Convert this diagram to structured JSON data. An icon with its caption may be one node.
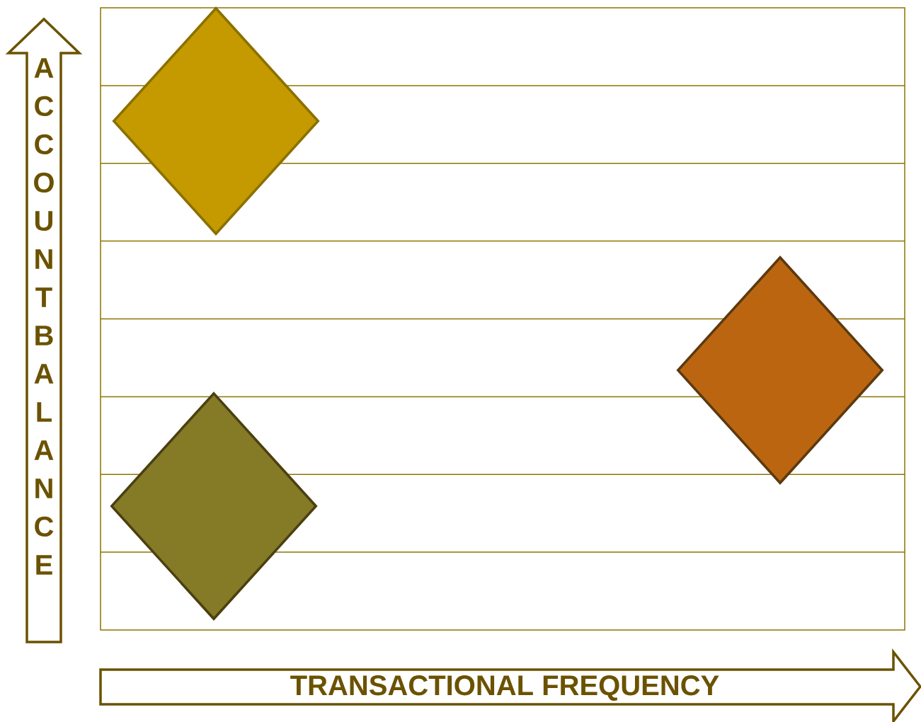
{
  "diagram": {
    "nodes": [
      {
        "text": [],
        "shape": "diamond"
      },
      {
        "text": [],
        "shape": "diamond"
      },
      {
        "text": [],
        "shape": "diamond"
      }
    ],
    "labels": [
      "ACCOUNT BALANCE",
      "TRANSACTIONAL FREQUENCY"
    ]
  }
}
